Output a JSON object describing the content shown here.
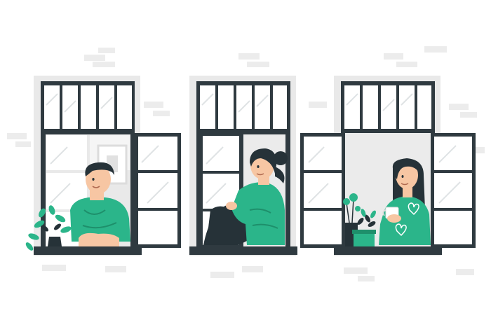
{
  "scene": {
    "colors": {
      "frame": "#2f3a40",
      "wall": "#e8e8e8",
      "brick": "#ececec",
      "glass": "#ffffff",
      "glass_tint": "#f3f3f3",
      "accent": "#2bb58a",
      "accent_dark": "#1e8f6b",
      "skin": "#f7c6a3",
      "hair": "#263238",
      "pants": "#263238"
    },
    "windows": [
      {
        "id": "left",
        "person": "man-leaning",
        "plant": "leafy-plant"
      },
      {
        "id": "middle",
        "person": "woman-sitting",
        "plant": ""
      },
      {
        "id": "right",
        "person": "woman-with-mug",
        "plant": "potted-plants"
      }
    ]
  }
}
